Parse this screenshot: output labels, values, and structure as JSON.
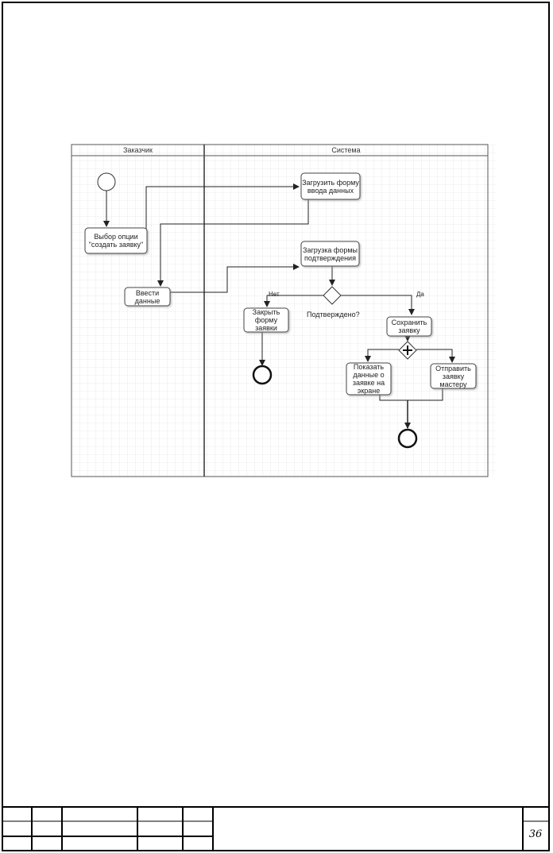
{
  "lanes": {
    "customer": "Заказчик",
    "system": "Система"
  },
  "nodes": {
    "select_option": "Выбор опции\n\"создать заявку\"",
    "load_form": "Загрузить форму\nввода данных",
    "enter_data": "Ввести\nданные",
    "load_confirm": "Загрузка формы\nподтверждения",
    "close_form": "Закрыть\nформу\nзаявки",
    "save_request": "Сохранить\nзаявку",
    "show_data": "Показать\nданные о\nзаявке на\nэкране",
    "send_master": "Отправить\nзаявку\nмастеру"
  },
  "decision": {
    "label": "Подтверждено?",
    "no": "Нет",
    "yes": "Да"
  },
  "page_number": "36"
}
